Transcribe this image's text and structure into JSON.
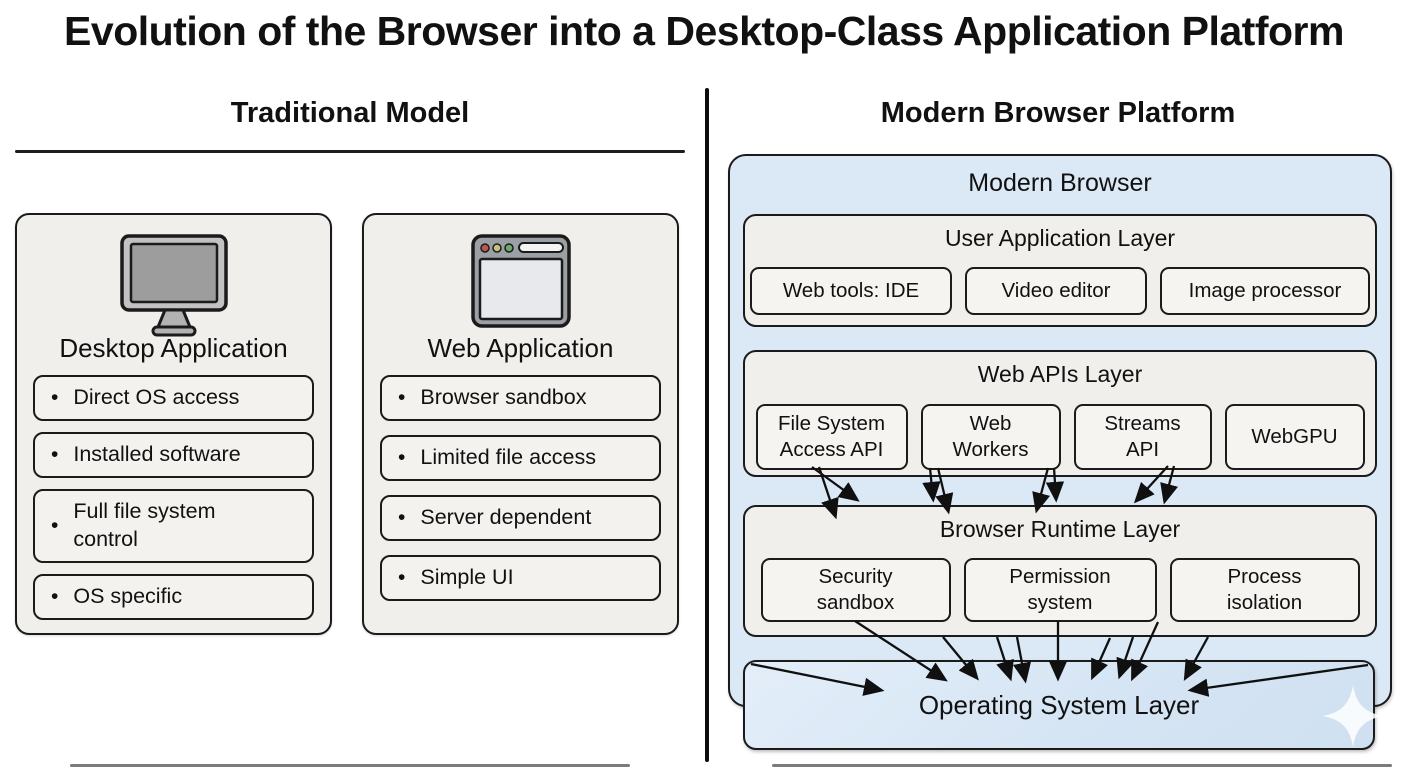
{
  "title": "Evolution of the Browser into a Desktop-Class Application Platform",
  "glyphs": {
    "bullet": "•"
  },
  "colors": {
    "background": "#ffffff",
    "card_gray": "#f0efec",
    "chip_gray": "#f5f4f1",
    "platform_blue": "#dbe8f5",
    "os_blue": "#d6e5f4",
    "border": "#1b1b1b"
  },
  "left_panel": {
    "heading": "Traditional Model",
    "cards": [
      {
        "icon": "desktop-monitor-icon",
        "title": "Desktop Application",
        "items": [
          "Direct OS access",
          "Installed software",
          "Full file system control",
          "OS specific"
        ]
      },
      {
        "icon": "browser-window-icon",
        "title": "Web Application",
        "items": [
          "Browser sandbox",
          "Limited file access",
          "Server dependent",
          "Simple UI"
        ]
      }
    ]
  },
  "right_panel": {
    "heading": "Modern Browser Platform",
    "container_title": "Modern Browser",
    "layers": [
      {
        "title": "User Application Layer",
        "boxes": [
          "Web tools: IDE",
          "Video editor",
          "Image processor"
        ]
      },
      {
        "title": "Web APIs Layer",
        "boxes": [
          "File System Access API",
          "Web Workers",
          "Streams API",
          "WebGPU"
        ]
      },
      {
        "title": "Browser Runtime Layer",
        "boxes": [
          "Security sandbox",
          "Permission system",
          "Process isolation"
        ]
      }
    ],
    "os_layer": {
      "title": "Operating System Layer"
    }
  }
}
